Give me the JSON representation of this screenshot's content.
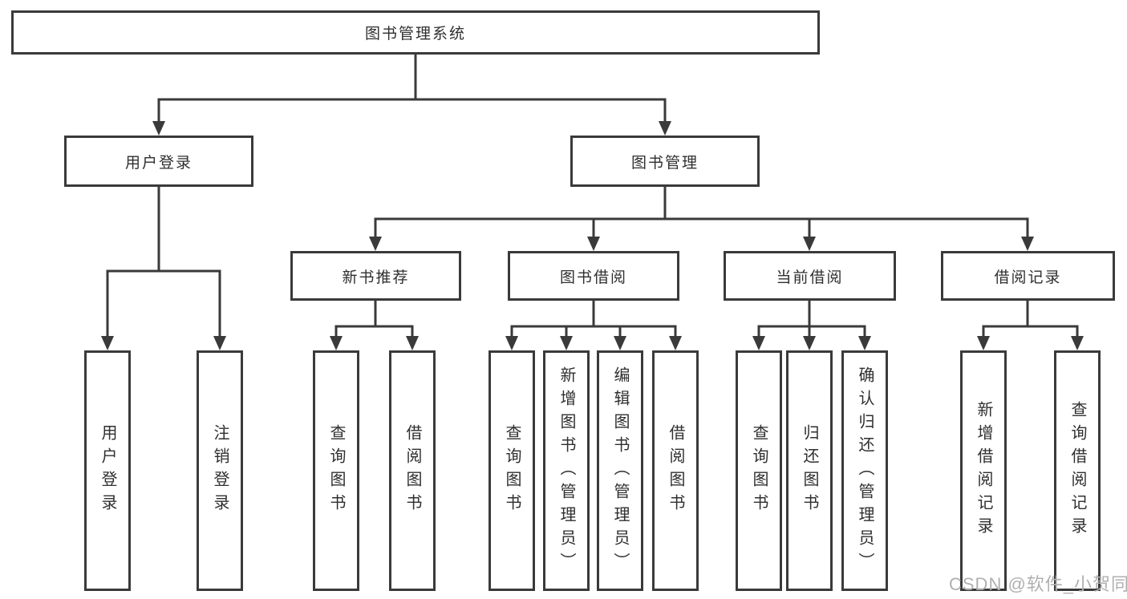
{
  "diagram": {
    "type": "tree",
    "title": "图书管理系统"
  },
  "colors": {
    "line": "#3a3a3a",
    "text": "#2f2f2f",
    "background": "#ffffff",
    "watermark": "#b0b0b0"
  },
  "nodes": {
    "root": {
      "label": "图书管理系统"
    },
    "level2": [
      {
        "label": "用户登录",
        "parent": "图书管理系统"
      },
      {
        "label": "图书管理",
        "parent": "图书管理系统"
      }
    ],
    "level3": [
      {
        "label": "新书推荐",
        "parent": "图书管理"
      },
      {
        "label": "图书借阅",
        "parent": "图书管理"
      },
      {
        "label": "当前借阅",
        "parent": "图书管理"
      },
      {
        "label": "借阅记录",
        "parent": "图书管理"
      }
    ],
    "level4": [
      {
        "label": "用户登录",
        "parent": "用户登录"
      },
      {
        "label": "注销登录",
        "parent": "用户登录"
      },
      {
        "label": "查询图书",
        "parent": "新书推荐"
      },
      {
        "label": "借阅图书",
        "parent": "新书推荐"
      },
      {
        "label": "查询图书",
        "parent": "图书借阅"
      },
      {
        "label": "新增图书（管理员）",
        "parent": "图书借阅"
      },
      {
        "label": "编辑图书（管理员）",
        "parent": "图书借阅"
      },
      {
        "label": "借阅图书",
        "parent": "图书借阅"
      },
      {
        "label": "查询图书",
        "parent": "当前借阅"
      },
      {
        "label": "归还图书",
        "parent": "当前借阅"
      },
      {
        "label": "确认归还（管理员）",
        "parent": "当前借阅"
      },
      {
        "label": "新增借阅记录",
        "parent": "借阅记录"
      },
      {
        "label": "查询借阅记录",
        "parent": "借阅记录"
      }
    ]
  },
  "watermark": {
    "text": "CSDN @软件_小贺同学"
  }
}
